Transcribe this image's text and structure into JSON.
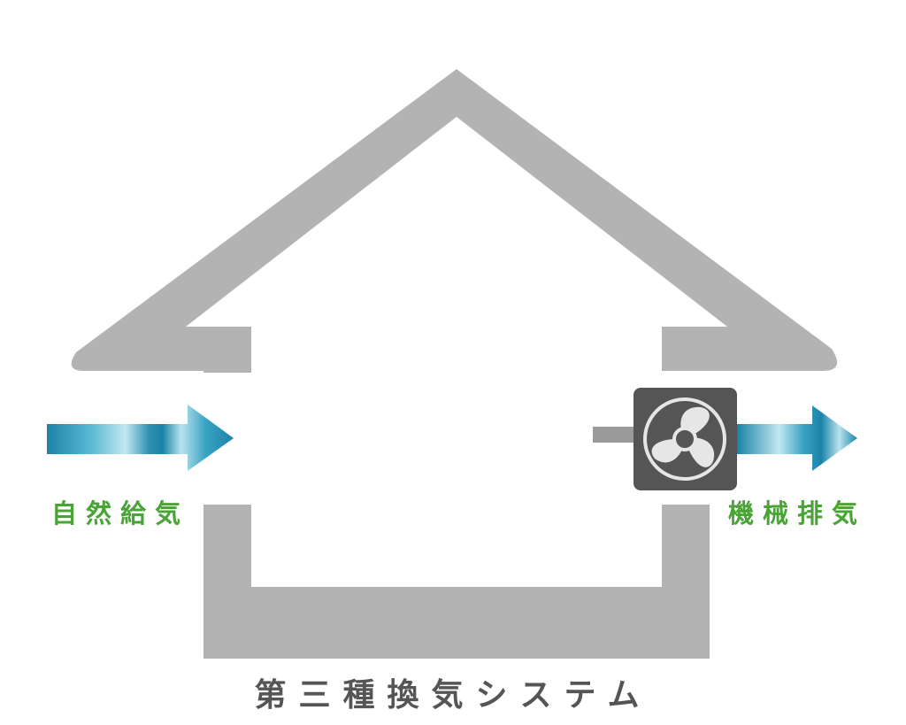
{
  "labels": {
    "intake": "自然給気",
    "exhaust": "機械排気",
    "title": "第三種換気システム"
  },
  "colors": {
    "house": "#b3b3b3",
    "fan_box": "#555555",
    "fan_blade": "#e6e6e6",
    "label_green": "#4aa336",
    "title_gray": "#555555",
    "arrow_dark": "#1b83a8",
    "arrow_light": "#b9e3ee"
  },
  "icons": {
    "fan": "ventilation-fan-icon",
    "intake_arrow": "arrow-right-icon",
    "exhaust_arrow": "arrow-right-icon"
  }
}
